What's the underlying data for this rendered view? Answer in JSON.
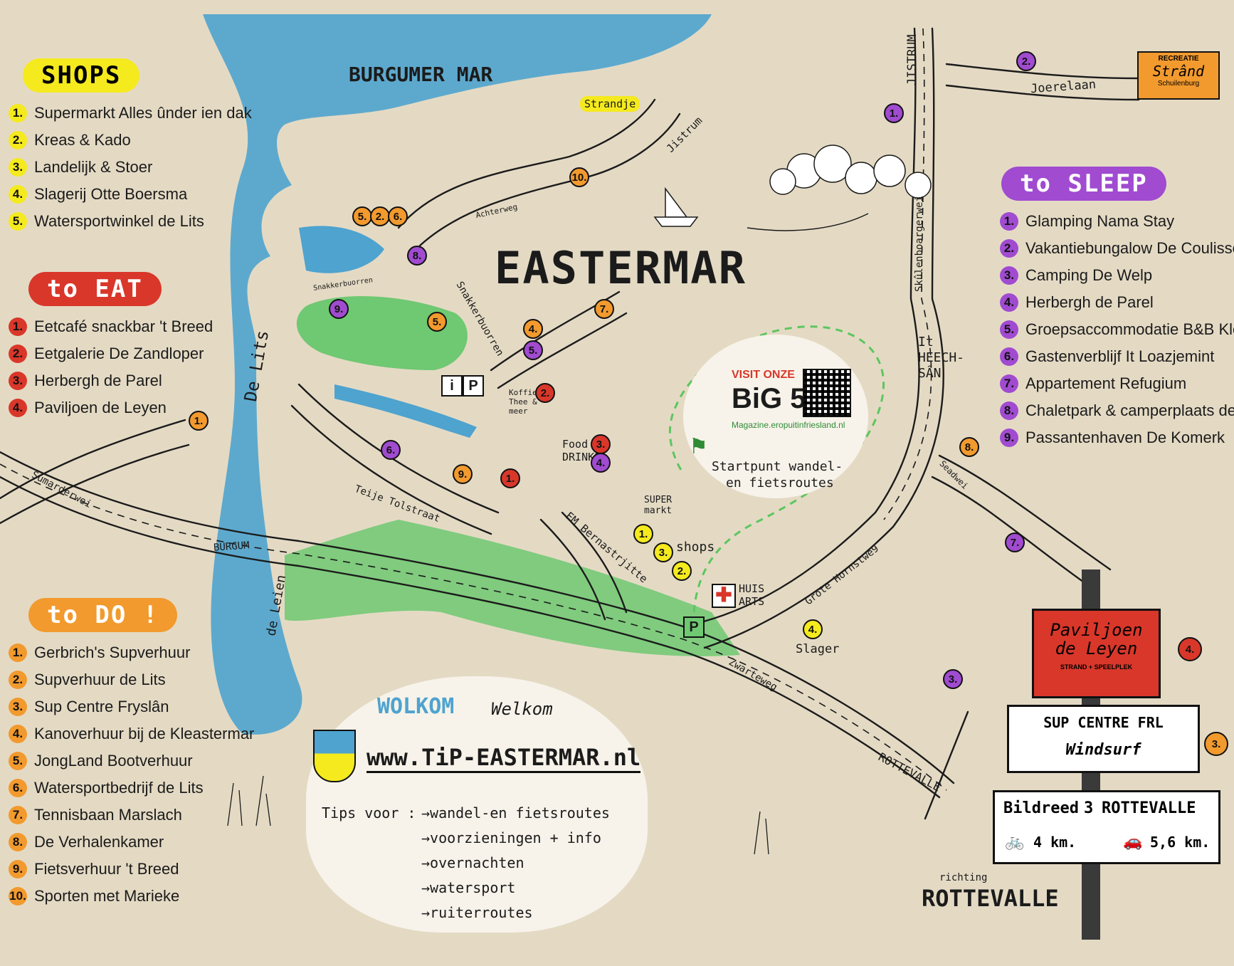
{
  "title": "EASTERMAR",
  "water_label": "BURGUMER MAR",
  "beach_label": "Strandje",
  "streets": {
    "jistrum_top": "JISTRUM",
    "jistrum": "Jistrum",
    "joerelaan": "Joerelaan",
    "achterweg": "Achterweg",
    "snakkerbuorren_a": "Snakkerbuorren",
    "snakkerbuorren_b": "Snakkerbuorren",
    "skulenboargerwei": "Skûlenboargerwei",
    "it_heechsan": "It HEECH-SÂN",
    "seadwei": "Seadwei",
    "de_lits": "De Lits",
    "sumarderwei": "Sumarderwei",
    "teije_tolstraat": "Teije Tolstraat",
    "em_bernastrjitte": "EM Bernastrjitte",
    "grote_hornstwe": "Grote Hornstwe9",
    "burgum": "BURGUM",
    "de_leien": "de Leien",
    "zwarteweg": "Zwarteweg",
    "rottevalle": "ROTTEVALLE"
  },
  "poi_labels": {
    "koffie": "Koffie Thee & meer",
    "food": "Food & DRINKS",
    "supermarkt": "SUPER markt",
    "shops": "shops",
    "huisarts": "HUIS ARTS",
    "slager": "Slager",
    "parking": "P",
    "info": "i"
  },
  "recreatie_sign": {
    "top": "RECREATIE",
    "main": "Strând",
    "bottom": "Schuilenburg"
  },
  "big5": {
    "line1": "VISIT ONZE",
    "line2": "BiG 5",
    "url": "Magazine.eropuitinfriesland.nl"
  },
  "startpunt": {
    "line1": "Startpunt wandel-",
    "line2": "en fietsroutes"
  },
  "welkom": {
    "title": "WOLKOM",
    "subtitle": "Welkom",
    "url": "www.TiP-EASTERMAR.nl",
    "tips_label": "Tips voor :",
    "tips": [
      "→wandel-en fietsroutes",
      "→voorzieningen + info",
      "→overnachten",
      "→watersport",
      "→ruiterroutes"
    ]
  },
  "richting": {
    "small": "richting",
    "big": "ROTTEVALLE"
  },
  "signs": {
    "paviljoen_main": "Paviljoen de Leyen",
    "paviljoen_sub": "STRAND + SPEELPLEK",
    "paviljoen_num": "4.",
    "sup_line1": "SUP CENTRE FRL",
    "sup_line2": "Windsurf",
    "sup_num": "3.",
    "bildreed": "Bildreed",
    "bildreed_num": "3",
    "bildreed_town": "ROTTEVALLE",
    "bike_km": "4 km.",
    "car_km": "5,6 km."
  },
  "colors": {
    "shops": "#f5ea1e",
    "eat": "#d9372a",
    "do": "#f29a2e",
    "sleep": "#a04bd0",
    "water": "#4ea3cf",
    "green": "#6fc872",
    "paper": "#e4dac4"
  },
  "legends": {
    "shops": {
      "title": "SHOPS",
      "items": [
        "Supermarkt Alles ûnder ien dak",
        "Kreas & Kado",
        "Landelijk & Stoer",
        "Slagerij Otte Boersma",
        "Watersportwinkel de Lits"
      ]
    },
    "eat": {
      "title": "to EAT",
      "items": [
        "Eetcafé snackbar 't Breed",
        "Eetgalerie De Zandloper",
        "Herbergh de Parel",
        "Paviljoen de Leyen"
      ]
    },
    "do": {
      "title": "to DO !",
      "items": [
        "Gerbrich's Supverhuur",
        "Supverhuur de Lits",
        "Sup Centre Fryslân",
        "Kanoverhuur bij de Kleastermar",
        "JongLand Bootverhuur",
        "Watersportbedrijf de Lits",
        "Tennisbaan Marslach",
        "De Verhalenkamer",
        "Fietsverhuur 't Breed",
        "Sporten met Marieke"
      ]
    },
    "sleep": {
      "title": "to SLEEP",
      "items": [
        "Glamping Nama Stay",
        "Vakantiebungalow De Coulissen",
        "Camping De Welp",
        "Herbergh de Parel",
        "Groepsaccommodatie B&B Kleaste",
        "Gastenverblijf It Loazjemint",
        "Appartement Refugium",
        "Chaletpark & camperplaats de Lits",
        "Passantenhaven De Komerk"
      ]
    }
  },
  "markers": [
    {
      "cat": "do",
      "label": "10."
    },
    {
      "cat": "do",
      "label": "5."
    },
    {
      "cat": "do",
      "label": "2."
    },
    {
      "cat": "do",
      "label": "6."
    },
    {
      "cat": "sleep",
      "label": "8."
    },
    {
      "cat": "sleep",
      "label": "9."
    },
    {
      "cat": "do",
      "label": "5."
    },
    {
      "cat": "do",
      "label": "7."
    },
    {
      "cat": "do",
      "label": "4."
    },
    {
      "cat": "sleep",
      "label": "5."
    },
    {
      "cat": "eat",
      "label": "2."
    },
    {
      "cat": "eat",
      "label": "3."
    },
    {
      "cat": "sleep",
      "label": "4."
    },
    {
      "cat": "sleep",
      "label": "6."
    },
    {
      "cat": "do",
      "label": "9."
    },
    {
      "cat": "eat",
      "label": "1."
    },
    {
      "cat": "do",
      "label": "1."
    },
    {
      "cat": "shops",
      "label": "1."
    },
    {
      "cat": "shops",
      "label": "3."
    },
    {
      "cat": "shops",
      "label": "2."
    },
    {
      "cat": "shops",
      "label": "4."
    },
    {
      "cat": "sleep",
      "label": "1."
    },
    {
      "cat": "sleep",
      "label": "2."
    },
    {
      "cat": "do",
      "label": "8."
    },
    {
      "cat": "sleep",
      "label": "7."
    },
    {
      "cat": "sleep",
      "label": "3."
    }
  ]
}
